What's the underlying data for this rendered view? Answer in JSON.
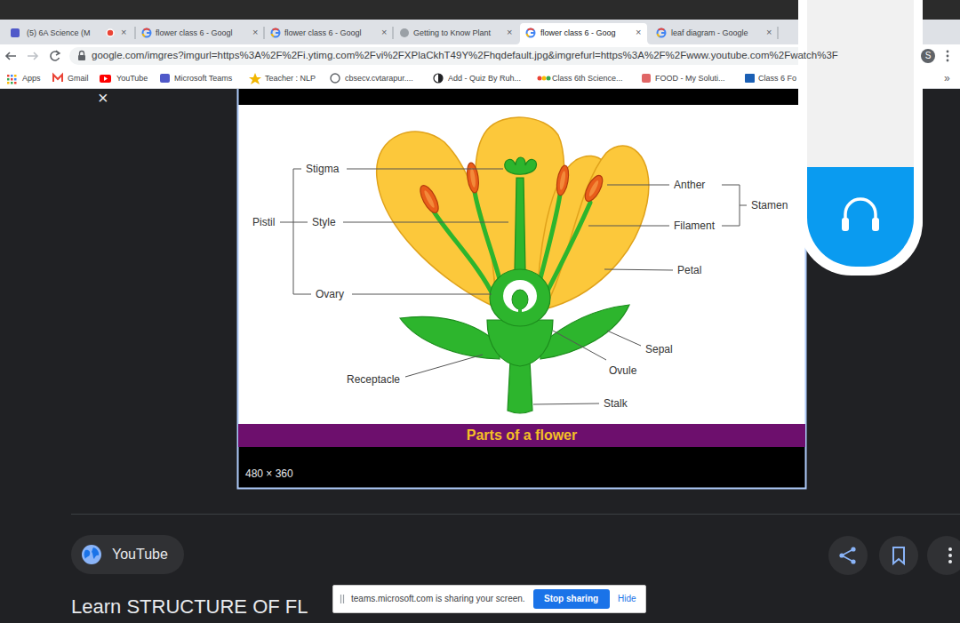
{
  "diagram": {
    "nodes": [
      {
        "text": [
          "S"
        ]
      },
      {
        "text": [
          "480 × 360"
        ]
      },
      {
        "text": [
          "Parts of a flower"
        ],
        "in": 1
      },
      {
        "text": [
          "YouTube"
        ]
      },
      {
        "text": [
          "teams.microsoft.com is sharing your screen.",
          "Hide"
        ]
      },
      {
        "text": [
          "Stop sharing"
        ],
        "in": 4
      }
    ],
    "labels": [
      "(5) 6A Science (M",
      "×",
      "flower class 6 - Googl",
      "×",
      "flower class 6 - Googl",
      "×",
      "Getting to Know Plant",
      "×",
      "flower class 6 - Goog",
      "×",
      "leaf diagram - Google",
      "×",
      "google.com/imgres?imgurl=https%3A%2F%2Fi.ytimg.com%2Fvi%2FXPlaCkhT49Y%2Fhqdefault.jpg&imgrefurl=https%3A%2F%2Fwww.youtube.com%2Fwatch%3F",
      "Apps",
      "Gmail",
      "YouTube",
      "Microsoft Teams",
      "Teacher : NLP",
      "cbsecv.cvtarapur....",
      "Add - Quiz By Ruh...",
      "Class 6th Science...",
      "FOOD - My Soluti...",
      "Class 6 Fo",
      "»",
      "×",
      "Stigma",
      "Pistil",
      "Style",
      "Ovary",
      "Anther",
      "Stamen",
      "Filament",
      "Petal",
      "Sepal",
      "Ovule",
      "Receptacle",
      "Stalk",
      "Learn STRUCTURE OF FL"
    ]
  }
}
